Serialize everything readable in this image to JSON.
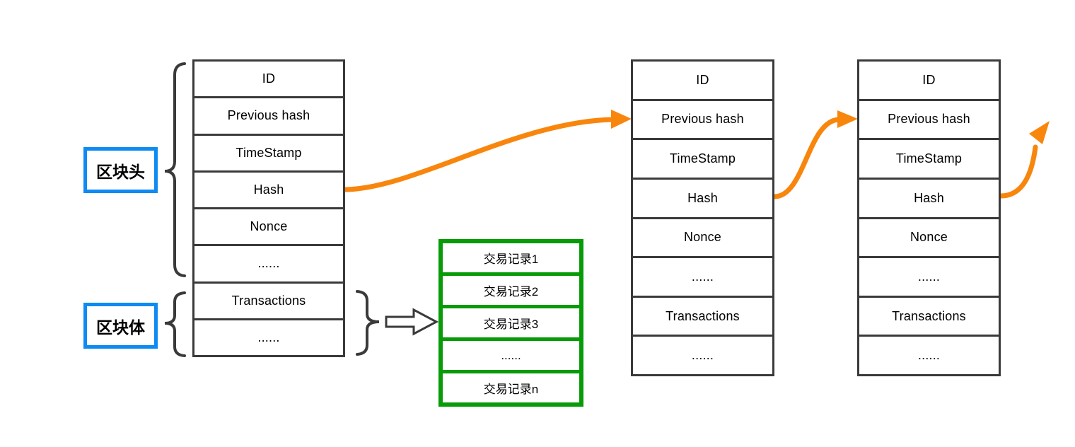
{
  "side_labels": {
    "header": "区块头",
    "body": "区块体"
  },
  "block_rows": [
    "ID",
    "Previous hash",
    "TimeStamp",
    "Hash",
    "Nonce",
    "......",
    "Transactions",
    "......"
  ],
  "transaction_rows": [
    "交易记录1",
    "交易记录2",
    "交易记录3",
    "......",
    "交易记录n"
  ],
  "links": [
    {
      "from": "block-1 Hash",
      "to": "block-2 Previous hash"
    },
    {
      "from": "block-2 Hash",
      "to": "block-3 Previous hash"
    },
    {
      "from": "block-3 Hash",
      "to": "next block"
    }
  ],
  "colors": {
    "arrow_orange": "#F8860D",
    "label_blue": "#0D8BF2",
    "transactions_green": "#089B08",
    "line_dark": "#3A3A3A"
  }
}
